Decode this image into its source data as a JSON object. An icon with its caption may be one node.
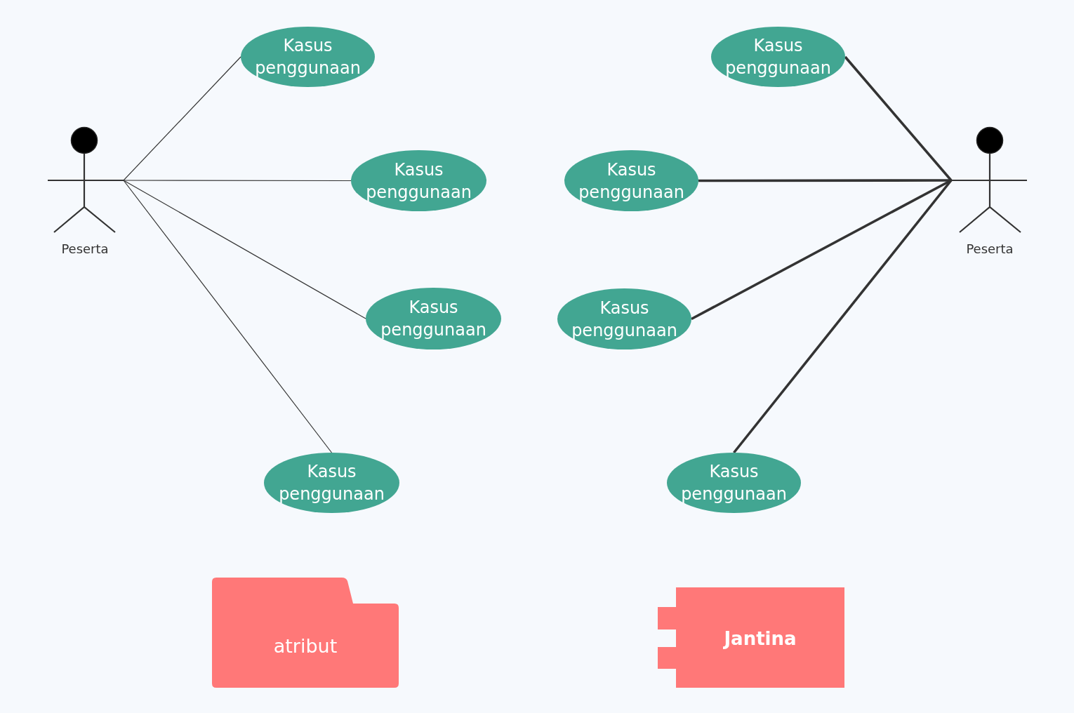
{
  "diagram": {
    "nodes": [
      {
        "text": [
          "Peserta"
        ]
      },
      {
        "text": [
          "Kasus penggunaan"
        ]
      },
      {
        "text": [
          "Kasus penggunaan"
        ]
      },
      {
        "text": [
          "Kasus penggunaan"
        ]
      },
      {
        "text": [
          "Kasus penggunaan"
        ]
      },
      {
        "text": [
          "Peserta"
        ]
      },
      {
        "text": [
          "Kasus penggunaan"
        ]
      },
      {
        "text": [
          "Kasus penggunaan"
        ]
      },
      {
        "text": [
          "Kasus penggunaan"
        ]
      },
      {
        "text": [
          "Kasus penggunaan"
        ]
      },
      {
        "text": [
          "atribut"
        ]
      },
      {
        "text": [
          "Jantina"
        ]
      }
    ],
    "edges": [
      {
        "from": 0,
        "to": 1,
        "arrow": "none"
      },
      {
        "from": 0,
        "to": 2,
        "arrow": "none"
      },
      {
        "from": 0,
        "to": 3,
        "arrow": "none"
      },
      {
        "from": 0,
        "to": 4,
        "arrow": "none"
      },
      {
        "from": 5,
        "to": 6,
        "arrow": "none",
        "style": "thick"
      },
      {
        "from": 5,
        "to": 7,
        "arrow": "none",
        "style": "thick"
      },
      {
        "from": 5,
        "to": 8,
        "arrow": "none",
        "style": "thick"
      },
      {
        "from": 5,
        "to": 9,
        "arrow": "none",
        "style": "thick"
      }
    ]
  }
}
